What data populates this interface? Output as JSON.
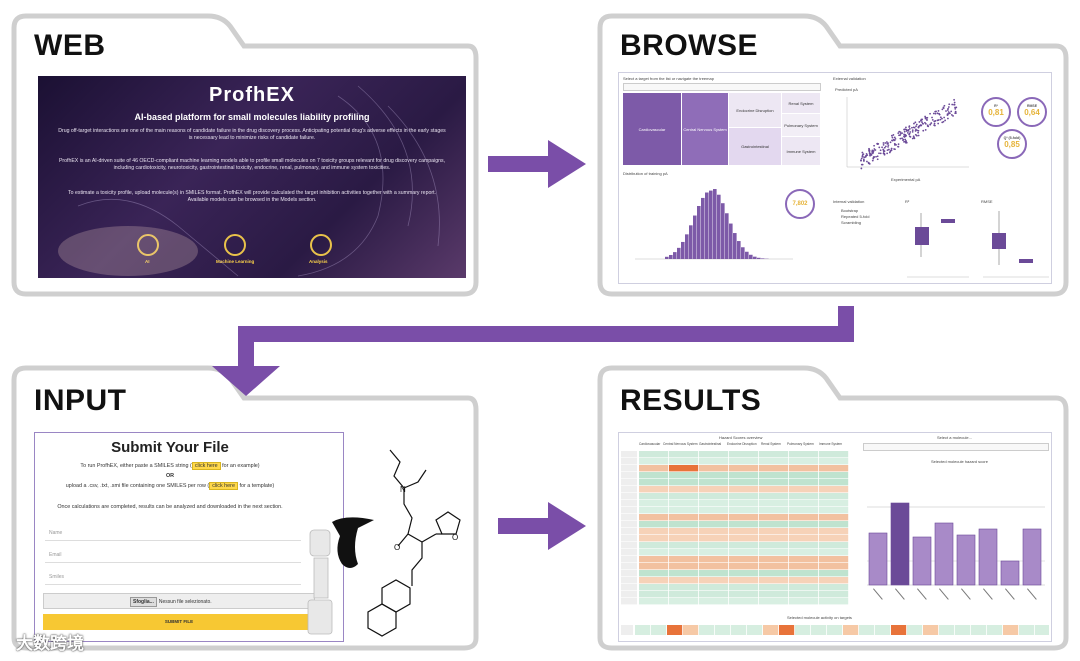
{
  "panels": {
    "web": {
      "title": "WEB"
    },
    "browse": {
      "title": "BROWSE"
    },
    "input": {
      "title": "INPUT"
    },
    "results": {
      "title": "RESULTS"
    }
  },
  "web": {
    "logo": "ProfhEX",
    "tagline": "AI-based platform for small molecules liability profiling",
    "p1": "Drug off-target interactions are one of the main reasons of candidate failure in the drug discovery process. Anticipating potential drug's adverse effects in the early stages is necessary lead to minimize risks of candidate failure.",
    "p2": "ProfhEX is an AI-driven suite of 46 OECD-compliant machine learning models able to profile small molecules on 7 toxicity groups relevant for drug discovery campaigns, including cardiotoxicity, neurotoxicity, gastrointestinal toxicity, endocrine, renal, pulmonary, and immune system toxicities.",
    "p3": "To estimate a toxicity profile, upload molecule(s) in SMILES format. ProfhEX will provide calculated the target inhibition activities together with a summary report. Available models can be browsed in the Models section.",
    "icon_labels": [
      "AI",
      "Machine Learning",
      "Analysis"
    ]
  },
  "browse": {
    "select_label": "Select a target from the list or navigate the treemap",
    "treemap": [
      "Cardiovascular",
      "Central Nervous System",
      "Endocrine Disruption",
      "Gastrointestinal",
      "Renal System",
      "Pulmonary System",
      "Immune System"
    ],
    "hist_title": "Distribution of training pA",
    "ext_title": "External validation",
    "ext_ylabel": "Predicted pA",
    "ext_xlabel": "Experimental pA",
    "int_title": "Internal validation",
    "legend": [
      "Bootstrap",
      "Repeated 5-fold",
      "Scrambling"
    ],
    "box1_title": "R²",
    "box2_title": "RMSE",
    "count_value": "7,802",
    "metrics": [
      {
        "label": "R²",
        "value": "0,81"
      },
      {
        "label": "RMSE",
        "value": "0,64"
      },
      {
        "label": "Q² (5-fold)",
        "value": "0,85"
      }
    ]
  },
  "input": {
    "title": "Submit Your File",
    "line1_a": "To run ProfhEX, either paste a SMILES string (",
    "line1_btn": "click here",
    "line1_b": " for an example)",
    "or": "OR",
    "line2_a": "upload a .csv, .txt, .smi file containing one SMILES per row (",
    "line2_btn": "click here",
    "line2_b": " for a template)",
    "line3": "Once calculations are completed, results can be analyzed and downloaded in the next section.",
    "placeholders": [
      "Name",
      "Email",
      "Smiles"
    ],
    "file_button": "Sfoglia...",
    "file_status": "Nessun file selezionato.",
    "submit": "SUBMIT FILE"
  },
  "results": {
    "table_title": "Hazard Scores overview",
    "columns": [
      "Cardiovascular",
      "Central Nervous System",
      "Gastrointestinal",
      "Endocrine Disruption",
      "Renal System",
      "Pulmonary System",
      "Immune System"
    ],
    "select_label": "Select a molecule...",
    "chart_title": "Selected molecule hazard score",
    "bottom_title": "Selected molecule activity on targets"
  },
  "watermark": "大数跨境"
}
